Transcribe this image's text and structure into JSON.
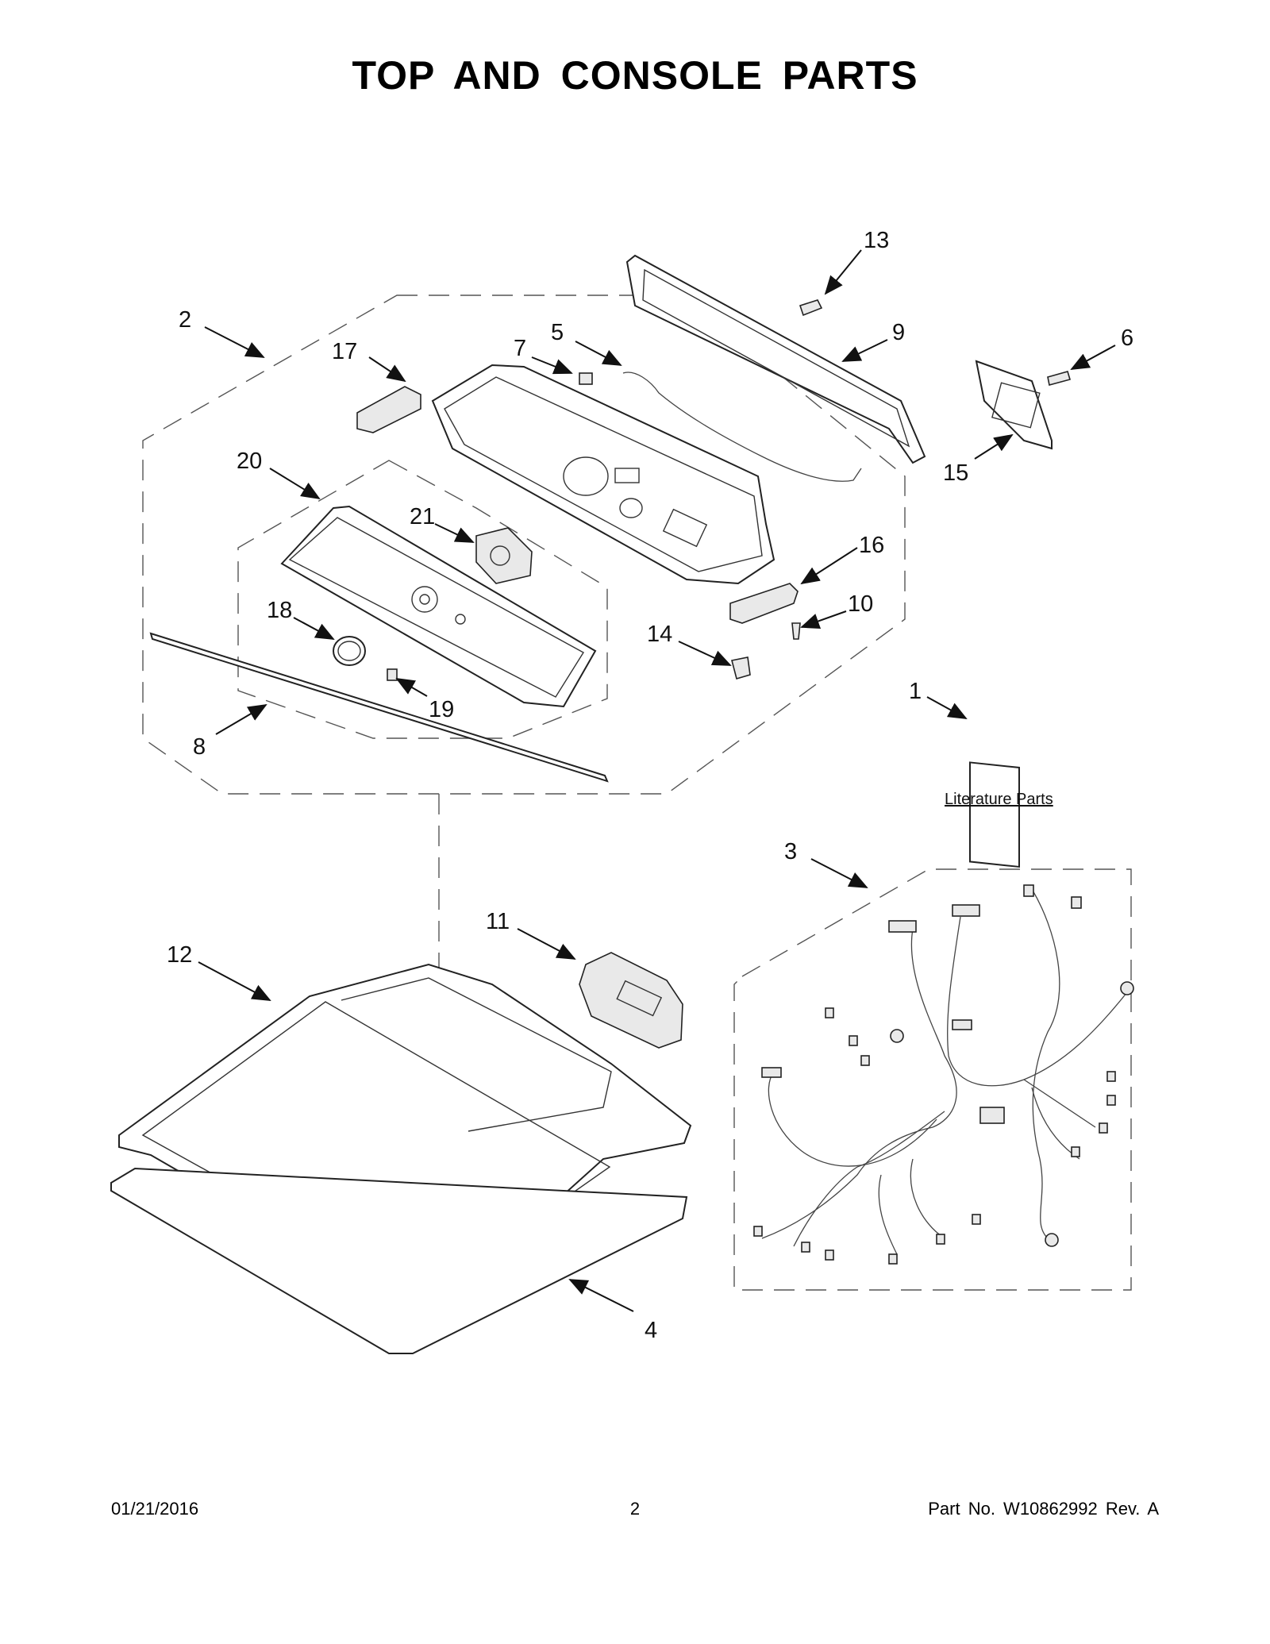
{
  "title": "TOP AND CONSOLE PARTS",
  "callouts": [
    "1",
    "2",
    "3",
    "4",
    "5",
    "6",
    "7",
    "8",
    "9",
    "10",
    "11",
    "12",
    "13",
    "14",
    "15",
    "16",
    "17",
    "18",
    "19",
    "20",
    "21"
  ],
  "literature_label": "Literature Parts",
  "footer": {
    "date": "01/21/2016",
    "page": "2",
    "part_no": "Part No.  W10862992  Rev.  A"
  }
}
